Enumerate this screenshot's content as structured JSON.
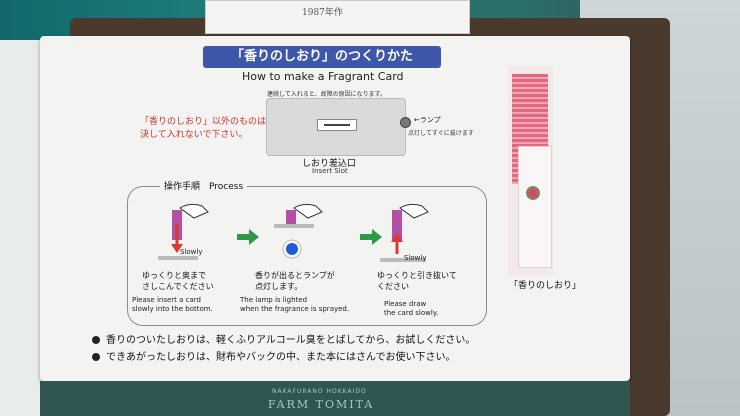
{
  "top_label": {
    "year": "1987年作"
  },
  "title": {
    "jp": "「香りのしおり」のつくりかた",
    "en": "How to make a Fragrant Card"
  },
  "warning": {
    "line1": "「香りのしおり」以外のものは",
    "line2": "決して入れないで下さい。"
  },
  "machine": {
    "note": "連続して入れると、故障の原因になります。",
    "lamp_label": "←ランプ",
    "lamp_note": "点灯してすぐに抜けます",
    "slot_label_jp": "しおり差込口",
    "slot_label_en": "Insert Slot"
  },
  "process": {
    "title": "操作手順　Process",
    "slowly": "Slowly",
    "steps": [
      {
        "jp1": "ゆっくりと奥まで",
        "jp2": "さしこんでください",
        "en1": "Please insert a card",
        "en2": "slowly into the bottom."
      },
      {
        "jp1": "香りが出るとランプが",
        "jp2": "点灯します。",
        "en1": "The lamp is lighted",
        "en2": "when the fragrance is sprayed."
      },
      {
        "jp1": "ゆっくりと引き抜いて",
        "jp2": "ください",
        "en1": "Please draw",
        "en2": "the card slowly."
      }
    ]
  },
  "card_stack_label": "「香りのしおり」",
  "bullets": [
    "香りのついたしおりは、軽くふりアルコール臭をとばしてから、お試しください。",
    "できあがったしおりは、財布やバックの中、また本にはさんでお使い下さい。"
  ],
  "brand": {
    "name": "FARM TOMITA",
    "sub": "NAKAFURANO HOKKAIDO"
  },
  "colors": {
    "title_bg": "#3f57a8",
    "warning": "#d2312c",
    "arrow_green": "#2e9a48",
    "arrow_red": "#d93a33",
    "lamp_blue": "#1f5bd8"
  }
}
